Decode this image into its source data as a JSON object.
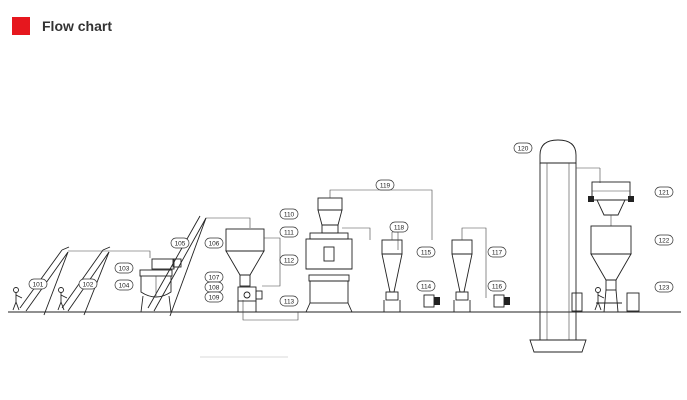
{
  "header": {
    "title": "Flow chart",
    "accent_color": "#e6171e"
  },
  "callouts": [
    {
      "id": "101",
      "label": "101"
    },
    {
      "id": "102",
      "label": "102"
    },
    {
      "id": "103",
      "label": "103"
    },
    {
      "id": "104",
      "label": "104"
    },
    {
      "id": "105",
      "label": "105"
    },
    {
      "id": "106",
      "label": "106"
    },
    {
      "id": "107",
      "label": "107"
    },
    {
      "id": "108",
      "label": "108"
    },
    {
      "id": "109",
      "label": "109"
    },
    {
      "id": "110",
      "label": "110"
    },
    {
      "id": "111",
      "label": "111"
    },
    {
      "id": "112",
      "label": "112"
    },
    {
      "id": "113",
      "label": "113"
    },
    {
      "id": "114",
      "label": "114"
    },
    {
      "id": "115",
      "label": "115"
    },
    {
      "id": "116",
      "label": "116"
    },
    {
      "id": "117",
      "label": "117"
    },
    {
      "id": "118",
      "label": "118"
    },
    {
      "id": "119",
      "label": "119"
    },
    {
      "id": "120",
      "label": "120"
    },
    {
      "id": "121",
      "label": "121"
    },
    {
      "id": "122",
      "label": "122"
    },
    {
      "id": "123",
      "label": "123"
    }
  ]
}
